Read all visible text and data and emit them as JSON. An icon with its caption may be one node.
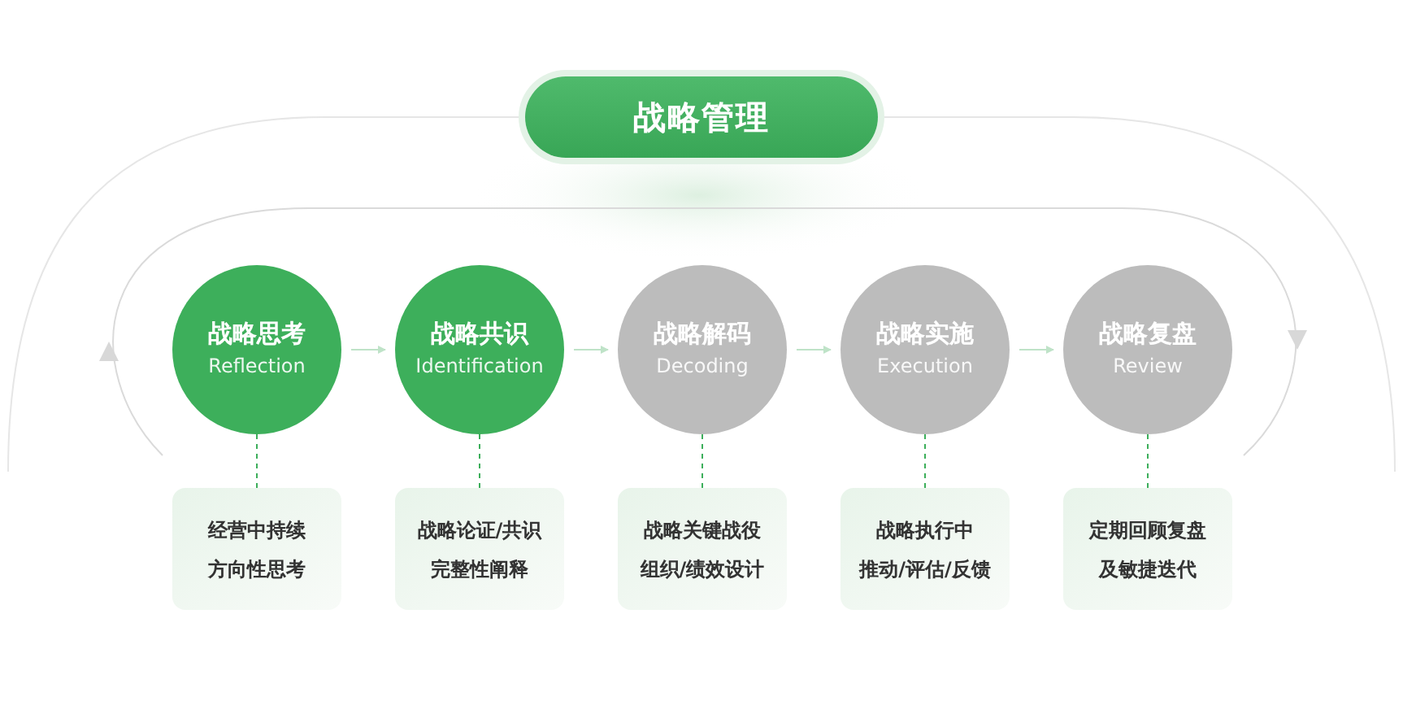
{
  "diagram": {
    "nodes": [
      {
        "text": [
          "战略管理"
        ]
      },
      {
        "text": [
          "战略思考",
          "Reflection"
        ]
      },
      {
        "text": [
          "战略共识",
          "Identification"
        ]
      },
      {
        "text": [
          "战略解码",
          "Decoding"
        ]
      },
      {
        "text": [
          "战略实施",
          "Execution"
        ]
      },
      {
        "text": [
          "战略复盘",
          "Review"
        ]
      },
      {
        "text": [
          "经营中持续方向性思考"
        ]
      },
      {
        "text": [
          "战略论证/共识完整性阐释"
        ]
      },
      {
        "text": [
          "战略关键战役组织/绩效设计"
        ]
      },
      {
        "text": [
          "战略执行中推动/评估/反馈"
        ]
      },
      {
        "text": [
          "定期回顾复盘及敏捷迭代"
        ]
      }
    ],
    "edges": [
      {
        "from": 1,
        "to": 2,
        "arrow": "to",
        "color": "#bfe3c8"
      },
      {
        "from": 2,
        "to": 3,
        "arrow": "to",
        "color": "#bfe3c8"
      },
      {
        "from": 3,
        "to": 4,
        "arrow": "to",
        "color": "#bfe3c8"
      },
      {
        "from": 4,
        "to": 5,
        "arrow": "to",
        "color": "#bfe3c8"
      },
      {
        "from": 1,
        "to": 6,
        "arrow": "none",
        "style": "dashed",
        "color": "#3daf5b"
      },
      {
        "from": 2,
        "to": 7,
        "arrow": "none",
        "style": "dashed",
        "color": "#3daf5b"
      },
      {
        "from": 3,
        "to": 8,
        "arrow": "none",
        "style": "dashed",
        "color": "#3daf5b"
      },
      {
        "from": 4,
        "to": 9,
        "arrow": "none",
        "style": "dashed",
        "color": "#3daf5b"
      },
      {
        "from": 5,
        "to": 10,
        "arrow": "none",
        "style": "dashed",
        "color": "#3daf5b"
      }
    ]
  }
}
